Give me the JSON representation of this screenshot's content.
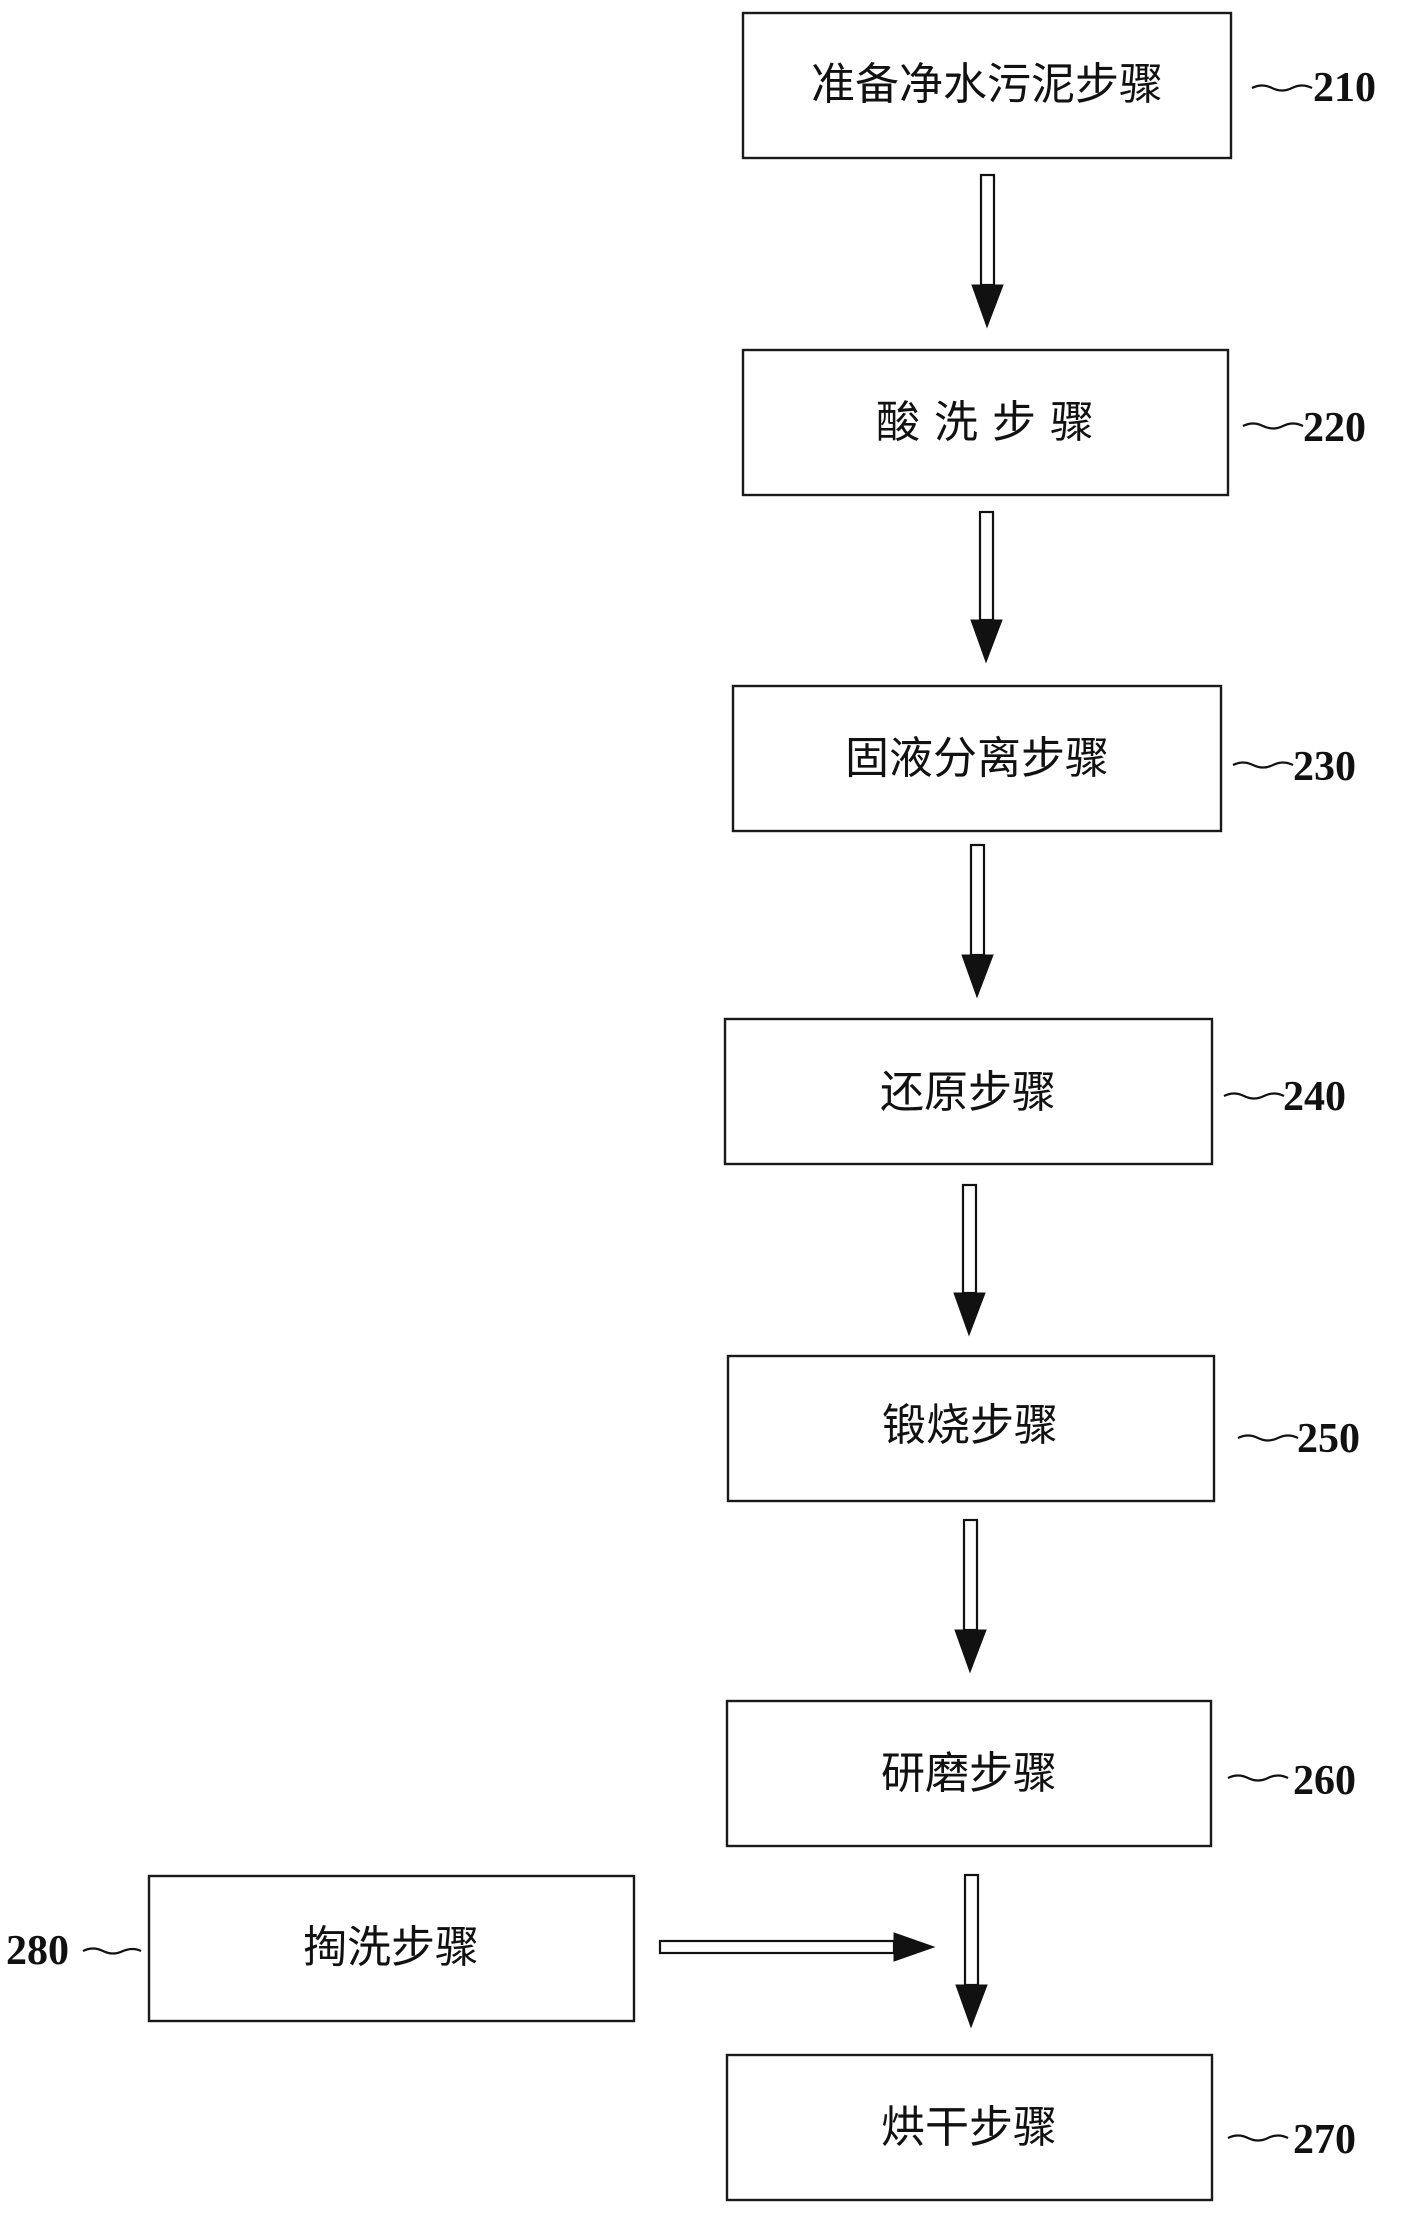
{
  "steps": [
    {
      "id": "prepare-sludge",
      "label": "准备净水污泥步骤",
      "ref": "210"
    },
    {
      "id": "acid-wash",
      "label": "酸 洗 步 骤",
      "ref": "220"
    },
    {
      "id": "solid-liquid-separation",
      "label": "固液分离步骤",
      "ref": "230"
    },
    {
      "id": "reduction",
      "label": "还原步骤",
      "ref": "240"
    },
    {
      "id": "calcination",
      "label": "锻烧步骤",
      "ref": "250"
    },
    {
      "id": "grinding",
      "label": "研磨步骤",
      "ref": "260"
    },
    {
      "id": "drying",
      "label": "烘干步骤",
      "ref": "270"
    }
  ],
  "side_step": {
    "id": "rinsing",
    "label": "掏洗步骤",
    "ref": "280"
  }
}
